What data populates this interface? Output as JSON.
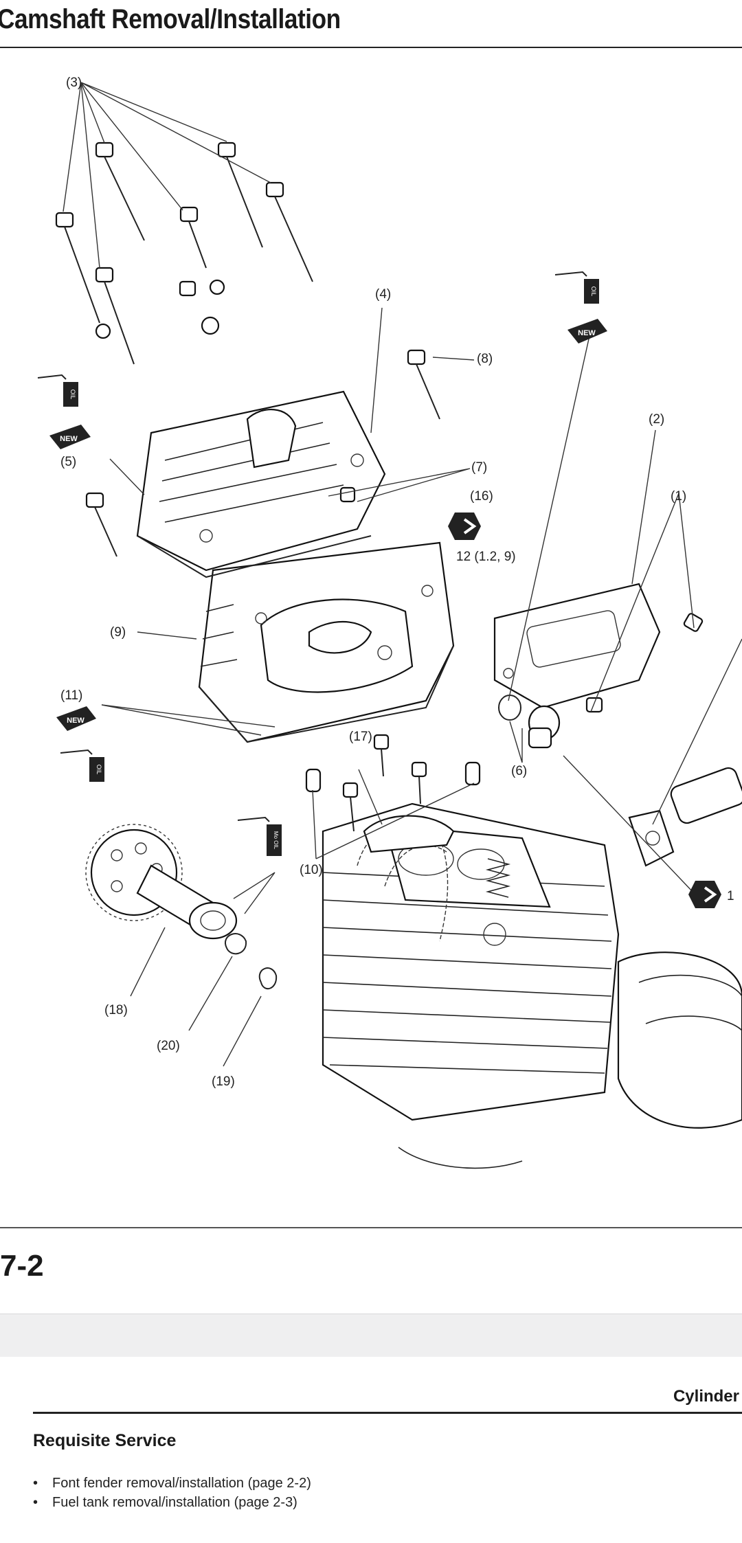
{
  "page": {
    "title": "Camshaft Removal/Installation",
    "number": "7-2"
  },
  "diagram": {
    "callouts": {
      "c1": "(1)",
      "c2": "(2)",
      "c3": "(3)",
      "c4": "(4)",
      "c5": "(5)",
      "c6": "(6)",
      "c7": "(7)",
      "c8": "(8)",
      "c9": "(9)",
      "c10": "(10)",
      "c11": "(11)",
      "c16": "(16)",
      "c17": "(17)",
      "c18": "(18)",
      "c19": "(19)",
      "c20": "(20)",
      "torque": "12 (1.2, 9)",
      "edge1": "1"
    },
    "badges": {
      "oil": "OIL",
      "new": "NEW",
      "mo_oil": "Mo OIL"
    }
  },
  "next_page": {
    "section_header": "Cylinder",
    "heading": "Requisite Service",
    "items": [
      "Font fender removal/installation (page 2-2)",
      "Fuel tank removal/installation (page 2-3)"
    ]
  }
}
